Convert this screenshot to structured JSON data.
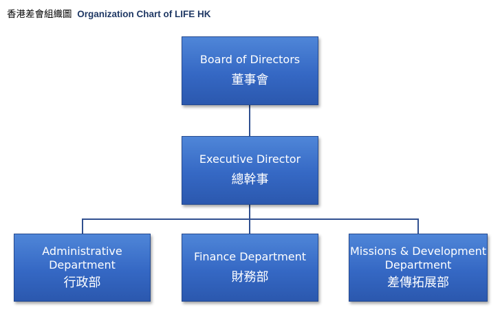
{
  "title": {
    "zh": "香港差會組織圖",
    "en": "Organization Chart of LIFE HK"
  },
  "nodes": {
    "board": {
      "en": "Board of Directors",
      "zh": "董事會"
    },
    "executive": {
      "en": "Executive Director",
      "zh": "總幹事"
    },
    "admin": {
      "en_line1": "Administrative",
      "en_line2": "Department",
      "zh": "行政部"
    },
    "finance": {
      "en": "Finance Department",
      "zh": "財務部"
    },
    "missions": {
      "en_line1": "Missions & Development",
      "en_line2": "Department",
      "zh": "差傳拓展部"
    }
  },
  "colors": {
    "box_fill": "#3b6fcc",
    "box_border": "#24498f",
    "connector": "#2f4f8f",
    "title": "#1f3864"
  }
}
